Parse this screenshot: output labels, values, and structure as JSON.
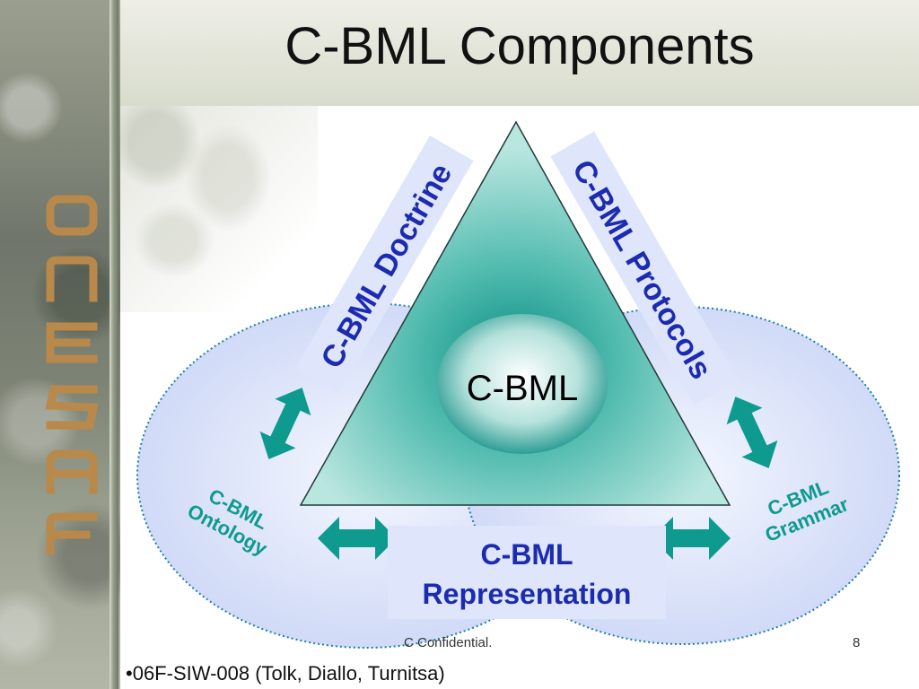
{
  "slide": {
    "title": "C-BML Components",
    "logo_text": "onesaf"
  },
  "diagram": {
    "center_label": "C-BML",
    "doctrine_label": "C-BML Doctrine",
    "protocols_label": "C-BML Protocols",
    "ontology_label_line1": "C-BML",
    "ontology_label_line2": "Ontology",
    "grammar_label_line1": "C-BML",
    "grammar_label_line2": "Grammar",
    "representation_line1": "C-BML",
    "representation_line2": "Representation",
    "colors": {
      "teal": "#0e9a8e",
      "label_blue": "#1c2bb0",
      "circle_fill": "#dfe6fb",
      "circle_stroke": "#1a7fa8"
    }
  },
  "footer": {
    "confidential": "C Confidential.",
    "page_number": "8",
    "reference": "•06F-SIW-008 (Tolk, Diallo, Turnitsa)"
  }
}
